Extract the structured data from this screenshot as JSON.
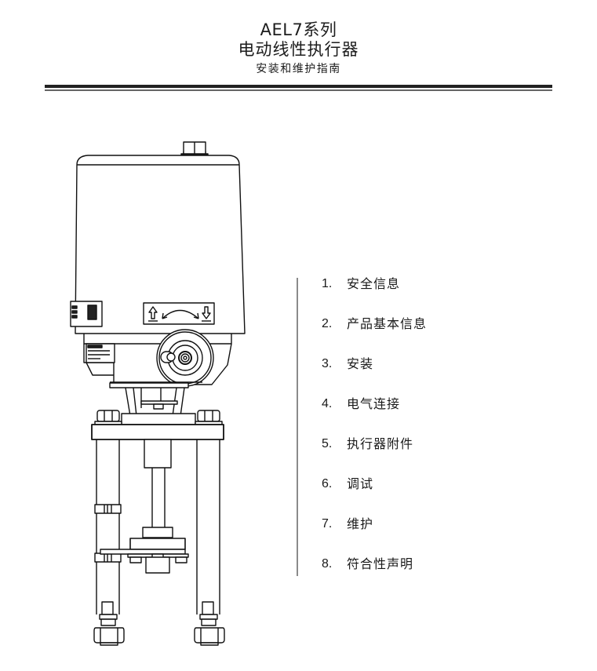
{
  "header": {
    "title_main": "AEL7系列",
    "title_sub": "电动线性执行器",
    "title_guide": "安装和维护指南"
  },
  "illustration": {
    "icon": "electric-linear-actuator-drawing",
    "arrow_left_icon": "arrow-up-icon",
    "arrow_right_icon": "arrow-down-icon",
    "curved_arrow_icon": "double-curved-arrow-icon"
  },
  "toc": {
    "items": [
      {
        "num": "1.",
        "label": "安全信息"
      },
      {
        "num": "2.",
        "label": "产品基本信息"
      },
      {
        "num": "3.",
        "label": "安装"
      },
      {
        "num": "4.",
        "label": "电气连接"
      },
      {
        "num": "5.",
        "label": "执行器附件"
      },
      {
        "num": "6.",
        "label": "调试"
      },
      {
        "num": "7.",
        "label": "维护"
      },
      {
        "num": "8.",
        "label": "符合性声明"
      }
    ]
  },
  "colors": {
    "rule_thick": "#222222",
    "rule_thin": "#666666",
    "divider": "#8a8a8a",
    "text": "#1a1a1a"
  }
}
